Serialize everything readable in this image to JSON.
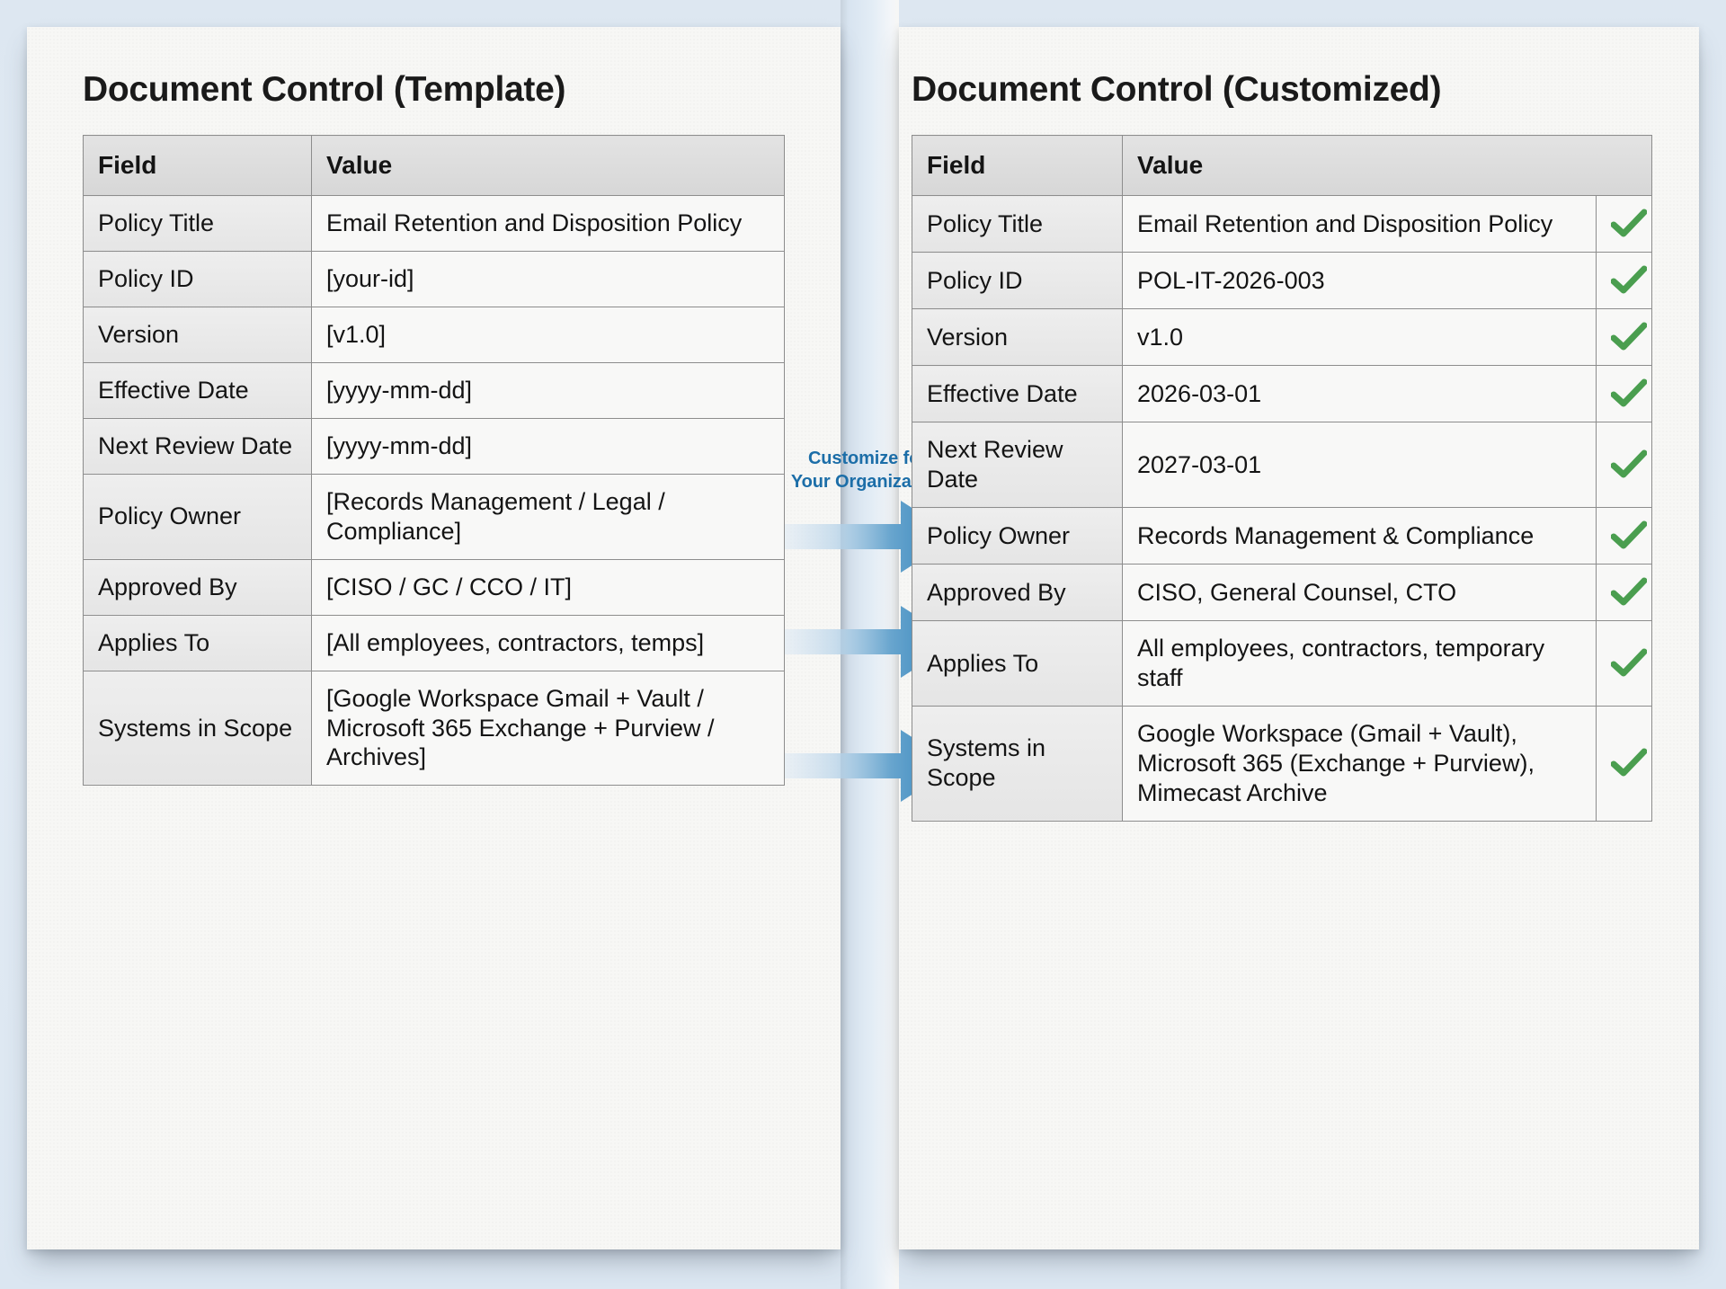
{
  "canvas": {
    "background_color": "#dfe8f2",
    "panel_background": "#f7f7f5"
  },
  "colors": {
    "placeholder_orange": "#b5772a",
    "check_green": "#4a9e4f",
    "arrow_blue": "#2b7fb8",
    "arrow_blue_light": "#d6e6f3",
    "label_blue": "#1c6ea8",
    "header_grey": "#dcdcdc"
  },
  "left_panel": {
    "title": "Document Control (Template)",
    "columns": [
      "Field",
      "Value"
    ],
    "rows": [
      {
        "field": "Policy Title",
        "value": "Email Retention and Disposition Policy",
        "placeholder": false
      },
      {
        "field": "Policy ID",
        "value": "[your-id]",
        "placeholder": true
      },
      {
        "field": "Version",
        "value": "[v1.0]",
        "placeholder": true
      },
      {
        "field": "Effective Date",
        "value": "[yyyy-mm-dd]",
        "placeholder": true
      },
      {
        "field": "Next Review Date",
        "value": "[yyyy-mm-dd]",
        "placeholder": true
      },
      {
        "field": "Policy Owner",
        "value": "[Records Management / Legal / Compliance]",
        "placeholder": true
      },
      {
        "field": "Approved By",
        "value": "[CISO / GC / CCO / IT]",
        "placeholder": true
      },
      {
        "field": "Applies To",
        "value": "[All employees, contractors, temps]",
        "placeholder": true
      },
      {
        "field": "Systems in Scope",
        "value": "[Google Workspace Gmail + Vault / Microsoft 365 Exchange + Purview / Archives]",
        "placeholder": true
      }
    ]
  },
  "right_panel": {
    "title": "Document Control (Customized)",
    "columns": [
      "Field",
      "Value"
    ],
    "rows": [
      {
        "field": "Policy Title",
        "value": "Email Retention and Disposition Policy",
        "check": true
      },
      {
        "field": "Policy ID",
        "value": "POL-IT-2026-003",
        "check": true
      },
      {
        "field": "Version",
        "value": "v1.0",
        "check": true
      },
      {
        "field": "Effective Date",
        "value": "2026-03-01",
        "check": true
      },
      {
        "field": "Next Review Date",
        "value": "2027-03-01",
        "check": true
      },
      {
        "field": "Policy Owner",
        "value": "Records Management & Compliance",
        "check": true
      },
      {
        "field": "Approved By",
        "value": "CISO, General Counsel, CTO",
        "check": true
      },
      {
        "field": "Applies To",
        "value": "All employees, contractors, temporary staff",
        "check": true
      },
      {
        "field": "Systems in Scope",
        "value": "Google Workspace (Gmail + Vault), Microsoft 365 (Exchange + Purview), Mimecast Archive",
        "check": true
      }
    ]
  },
  "connector": {
    "label_line1": "Customize for",
    "label_line2": "Your Organization",
    "arrow_count": 3,
    "direction": "right"
  },
  "icons": {
    "check": "check-icon",
    "arrow": "arrow-right-icon"
  }
}
